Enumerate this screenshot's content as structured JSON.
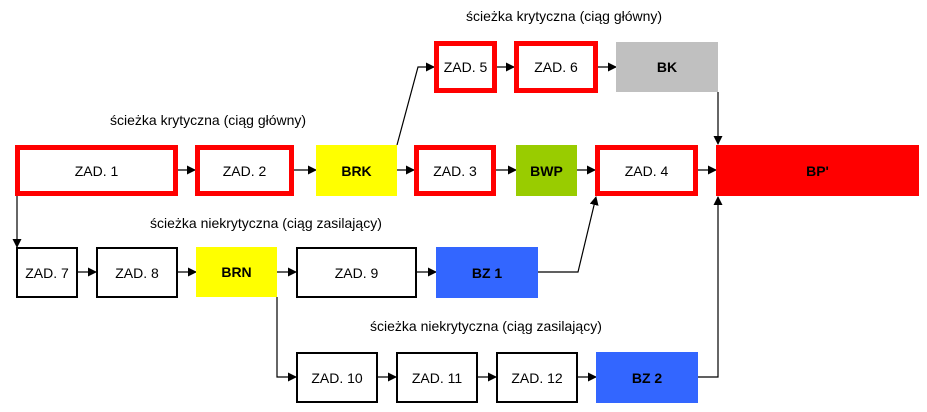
{
  "labels": {
    "crit_top": "ścieżka krytyczna (ciąg główny)",
    "crit_main": "ścieżka krytyczna (ciąg główny)",
    "noncrit_1": "ścieżka niekrytyczna (ciąg zasilający)",
    "noncrit_2": "ścieżka niekrytyczna (ciąg zasilający)"
  },
  "nodes": {
    "zad1": "ZAD. 1",
    "zad2": "ZAD. 2",
    "brk": "BRK",
    "zad3": "ZAD. 3",
    "bwp": "BWP",
    "zad4": "ZAD. 4",
    "bp": "BP'",
    "zad5": "ZAD. 5",
    "zad6": "ZAD. 6",
    "bk": "BK",
    "zad7": "ZAD. 7",
    "zad8": "ZAD. 8",
    "brn": "BRN",
    "zad9": "ZAD. 9",
    "bz1": "BZ 1",
    "zad10": "ZAD. 10",
    "zad11": "ZAD. 11",
    "zad12": "ZAD. 12",
    "bz2": "BZ 2"
  },
  "colors": {
    "critical_border": "#ff0000",
    "brk": "#ffff00",
    "brn": "#ffff00",
    "bwp": "#99cc00",
    "bk": "#c0c0c0",
    "bp": "#ff0000",
    "bz": "#3366ff"
  },
  "edges": [
    [
      "zad1",
      "zad2"
    ],
    [
      "zad2",
      "brk"
    ],
    [
      "brk",
      "zad3"
    ],
    [
      "zad3",
      "bwp"
    ],
    [
      "bwp",
      "zad4"
    ],
    [
      "zad4",
      "bp"
    ],
    [
      "brk",
      "zad5"
    ],
    [
      "zad5",
      "zad6"
    ],
    [
      "zad6",
      "bk"
    ],
    [
      "bk",
      "bp"
    ],
    [
      "zad1",
      "zad7"
    ],
    [
      "zad7",
      "zad8"
    ],
    [
      "zad8",
      "brn"
    ],
    [
      "brn",
      "zad9"
    ],
    [
      "zad9",
      "bz1"
    ],
    [
      "bz1",
      "zad4"
    ],
    [
      "brn",
      "zad10"
    ],
    [
      "zad10",
      "zad11"
    ],
    [
      "zad11",
      "zad12"
    ],
    [
      "zad12",
      "bz2"
    ],
    [
      "bz2",
      "bp"
    ]
  ]
}
